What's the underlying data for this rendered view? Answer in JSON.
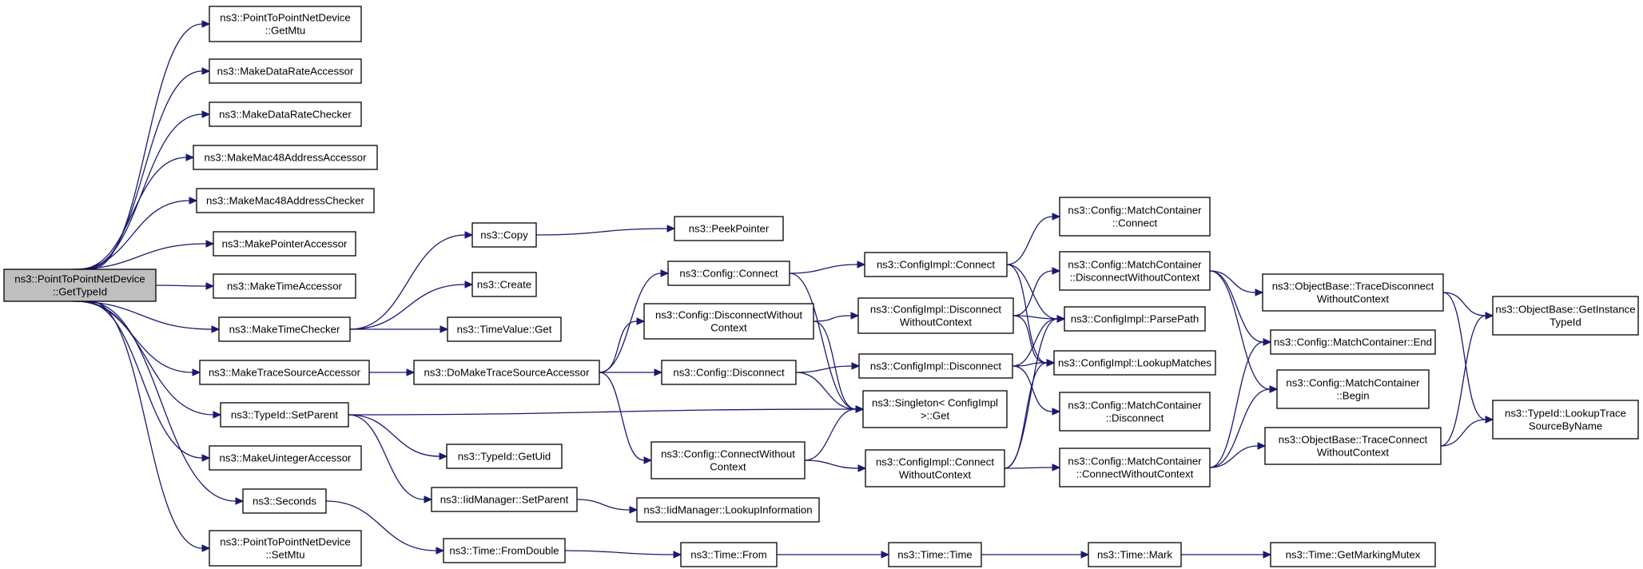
{
  "nodes": [
    {
      "id": "root",
      "lines": [
        "ns3::PointToPointNetDevice",
        "::GetTypeId"
      ]
    },
    {
      "id": "getmtu",
      "lines": [
        "ns3::PointToPointNetDevice",
        "::GetMtu"
      ]
    },
    {
      "id": "mkdraacc",
      "lines": [
        "ns3::MakeDataRateAccessor"
      ]
    },
    {
      "id": "mkdrachk",
      "lines": [
        "ns3::MakeDataRateChecker"
      ]
    },
    {
      "id": "mkmacacc",
      "lines": [
        "ns3::MakeMac48AddressAccessor"
      ]
    },
    {
      "id": "mkmacchk",
      "lines": [
        "ns3::MakeMac48AddressChecker"
      ]
    },
    {
      "id": "mkptracc",
      "lines": [
        "ns3::MakePointerAccessor"
      ]
    },
    {
      "id": "mktimeacc",
      "lines": [
        "ns3::MakeTimeAccessor"
      ]
    },
    {
      "id": "mktimechk",
      "lines": [
        "ns3::MakeTimeChecker"
      ]
    },
    {
      "id": "mktrace",
      "lines": [
        "ns3::MakeTraceSourceAccessor"
      ]
    },
    {
      "id": "setparent",
      "lines": [
        "ns3::TypeId::SetParent"
      ]
    },
    {
      "id": "mkuint",
      "lines": [
        "ns3::MakeUintegerAccessor"
      ]
    },
    {
      "id": "seconds",
      "lines": [
        "ns3::Seconds"
      ]
    },
    {
      "id": "setmtu",
      "lines": [
        "ns3::PointToPointNetDevice",
        "::SetMtu"
      ]
    },
    {
      "id": "copy",
      "lines": [
        "ns3::Copy"
      ]
    },
    {
      "id": "create",
      "lines": [
        "ns3::Create"
      ]
    },
    {
      "id": "tvget",
      "lines": [
        "ns3::TimeValue::Get"
      ]
    },
    {
      "id": "domktrace",
      "lines": [
        "ns3::DoMakeTraceSourceAccessor"
      ]
    },
    {
      "id": "getuid",
      "lines": [
        "ns3::TypeId::GetUid"
      ]
    },
    {
      "id": "iidsetparent",
      "lines": [
        "ns3::IidManager::SetParent"
      ]
    },
    {
      "id": "fromdouble",
      "lines": [
        "ns3::Time::FromDouble"
      ]
    },
    {
      "id": "peek",
      "lines": [
        "ns3::PeekPointer"
      ]
    },
    {
      "id": "cfgconnect",
      "lines": [
        "ns3::Config::Connect"
      ]
    },
    {
      "id": "cfgdiscwo",
      "lines": [
        "ns3::Config::DisconnectWithout",
        "Context"
      ]
    },
    {
      "id": "cfgdisc",
      "lines": [
        "ns3::Config::Disconnect"
      ]
    },
    {
      "id": "cfgconnwo",
      "lines": [
        "ns3::Config::ConnectWithout",
        "Context"
      ]
    },
    {
      "id": "lookupinfo",
      "lines": [
        "ns3::IidManager::LookupInformation"
      ]
    },
    {
      "id": "timefrom",
      "lines": [
        "ns3::Time::From"
      ]
    },
    {
      "id": "implconnect",
      "lines": [
        "ns3::ConfigImpl::Connect"
      ]
    },
    {
      "id": "impldiscwo",
      "lines": [
        "ns3::ConfigImpl::Disconnect",
        "WithoutContext"
      ]
    },
    {
      "id": "impldisc",
      "lines": [
        "ns3::ConfigImpl::Disconnect"
      ]
    },
    {
      "id": "singleton",
      "lines": [
        "ns3::Singleton< ConfigImpl",
        " >::Get"
      ]
    },
    {
      "id": "implconnwo",
      "lines": [
        "ns3::ConfigImpl::Connect",
        "WithoutContext"
      ]
    },
    {
      "id": "timetime",
      "lines": [
        "ns3::Time::Time"
      ]
    },
    {
      "id": "mcconnect",
      "lines": [
        "ns3::Config::MatchContainer",
        "::Connect"
      ]
    },
    {
      "id": "mcdiscwo",
      "lines": [
        "ns3::Config::MatchContainer",
        "::DisconnectWithoutContext"
      ]
    },
    {
      "id": "parsepath",
      "lines": [
        "ns3::ConfigImpl::ParsePath"
      ]
    },
    {
      "id": "lookupmatches",
      "lines": [
        "ns3::ConfigImpl::LookupMatches"
      ]
    },
    {
      "id": "mcdisc",
      "lines": [
        "ns3::Config::MatchContainer",
        "::Disconnect"
      ]
    },
    {
      "id": "mcconnwo",
      "lines": [
        "ns3::Config::MatchContainer",
        "::ConnectWithoutContext"
      ]
    },
    {
      "id": "timemark",
      "lines": [
        "ns3::Time::Mark"
      ]
    },
    {
      "id": "obtracediscwo",
      "lines": [
        "ns3::ObjectBase::TraceDisconnect",
        "WithoutContext"
      ]
    },
    {
      "id": "mcend",
      "lines": [
        "ns3::Config::MatchContainer::End"
      ]
    },
    {
      "id": "mcbegin",
      "lines": [
        "ns3::Config::MatchContainer",
        "::Begin"
      ]
    },
    {
      "id": "obtraceconnwo",
      "lines": [
        "ns3::ObjectBase::TraceConnect",
        "WithoutContext"
      ]
    },
    {
      "id": "markmutex",
      "lines": [
        "ns3::Time::GetMarkingMutex"
      ]
    },
    {
      "id": "getinst",
      "lines": [
        "ns3::ObjectBase::GetInstance",
        "TypeId"
      ]
    },
    {
      "id": "lookuptrace",
      "lines": [
        "ns3::TypeId::LookupTrace",
        "SourceByName"
      ]
    }
  ],
  "edges": [
    [
      "root",
      "getmtu"
    ],
    [
      "root",
      "mkdraacc"
    ],
    [
      "root",
      "mkdrachk"
    ],
    [
      "root",
      "mkmacacc"
    ],
    [
      "root",
      "mkmacchk"
    ],
    [
      "root",
      "mkptracc"
    ],
    [
      "root",
      "mktimeacc"
    ],
    [
      "root",
      "mktimechk"
    ],
    [
      "root",
      "mktrace"
    ],
    [
      "root",
      "setparent"
    ],
    [
      "root",
      "mkuint"
    ],
    [
      "root",
      "seconds"
    ],
    [
      "root",
      "setmtu"
    ],
    [
      "mktimechk",
      "copy"
    ],
    [
      "mktimechk",
      "create"
    ],
    [
      "mktimechk",
      "tvget"
    ],
    [
      "copy",
      "peek"
    ],
    [
      "mktrace",
      "domktrace"
    ],
    [
      "domktrace",
      "cfgconnect"
    ],
    [
      "domktrace",
      "cfgdiscwo"
    ],
    [
      "domktrace",
      "cfgdisc"
    ],
    [
      "domktrace",
      "cfgconnwo"
    ],
    [
      "setparent",
      "singleton"
    ],
    [
      "setparent",
      "getuid"
    ],
    [
      "setparent",
      "iidsetparent"
    ],
    [
      "iidsetparent",
      "lookupinfo"
    ],
    [
      "seconds",
      "fromdouble"
    ],
    [
      "fromdouble",
      "timefrom"
    ],
    [
      "timefrom",
      "timetime"
    ],
    [
      "timetime",
      "timemark"
    ],
    [
      "timemark",
      "markmutex"
    ],
    [
      "cfgconnect",
      "implconnect"
    ],
    [
      "cfgconnect",
      "singleton"
    ],
    [
      "cfgdiscwo",
      "impldiscwo"
    ],
    [
      "cfgdiscwo",
      "singleton"
    ],
    [
      "cfgdisc",
      "impldisc"
    ],
    [
      "cfgdisc",
      "singleton"
    ],
    [
      "cfgconnwo",
      "implconnwo"
    ],
    [
      "cfgconnwo",
      "singleton"
    ],
    [
      "implconnect",
      "mcconnect"
    ],
    [
      "implconnect",
      "parsepath"
    ],
    [
      "implconnect",
      "lookupmatches"
    ],
    [
      "impldiscwo",
      "mcdiscwo"
    ],
    [
      "impldiscwo",
      "parsepath"
    ],
    [
      "impldiscwo",
      "lookupmatches"
    ],
    [
      "impldisc",
      "parsepath"
    ],
    [
      "impldisc",
      "lookupmatches"
    ],
    [
      "impldisc",
      "mcdisc"
    ],
    [
      "implconnwo",
      "parsepath"
    ],
    [
      "implconnwo",
      "lookupmatches"
    ],
    [
      "implconnwo",
      "mcconnwo"
    ],
    [
      "mcdiscwo",
      "obtracediscwo"
    ],
    [
      "mcdiscwo",
      "mcend"
    ],
    [
      "mcdiscwo",
      "mcbegin"
    ],
    [
      "mcconnwo",
      "mcend"
    ],
    [
      "mcconnwo",
      "mcbegin"
    ],
    [
      "mcconnwo",
      "obtraceconnwo"
    ],
    [
      "obtracediscwo",
      "getinst"
    ],
    [
      "obtracediscwo",
      "lookuptrace"
    ],
    [
      "obtraceconnwo",
      "getinst"
    ],
    [
      "obtraceconnwo",
      "lookuptrace"
    ]
  ]
}
